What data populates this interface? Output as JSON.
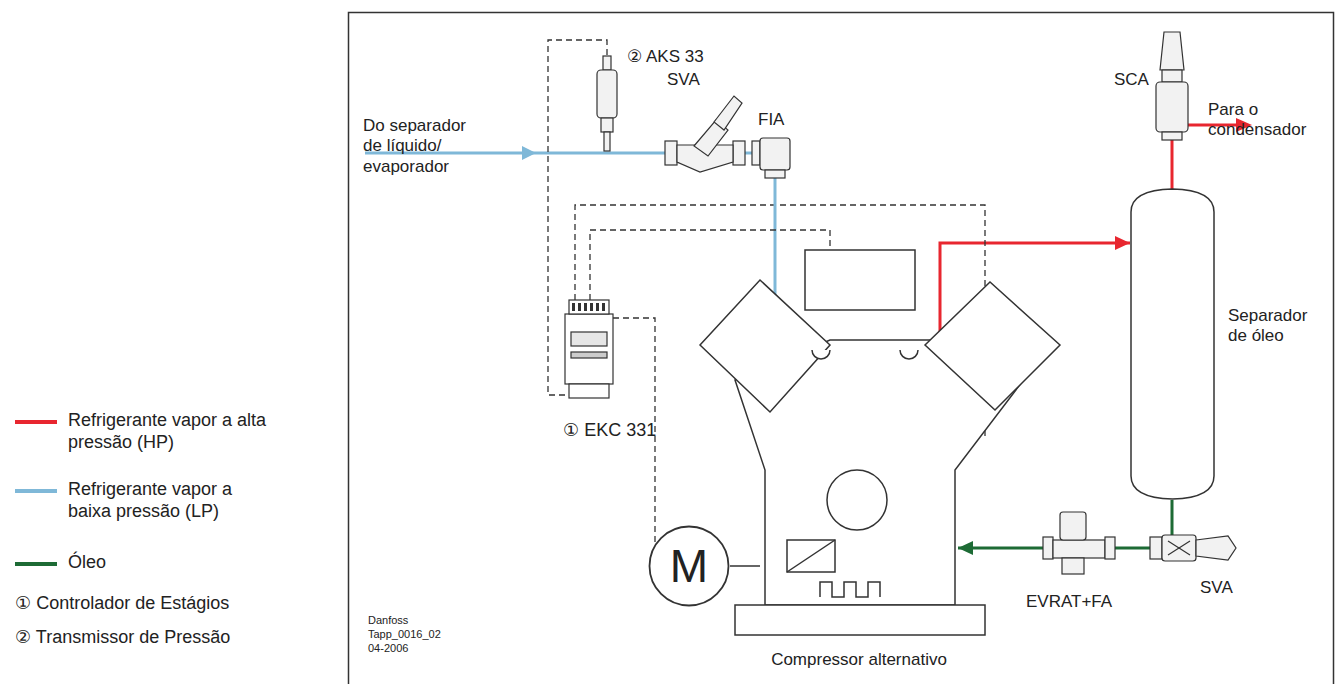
{
  "diagram": {
    "nodes": [
      {
        "text": [
          "M"
        ]
      },
      {
        "text": [
          "Compressor alternativo"
        ]
      },
      {
        "text": [
          "Separador de óleo"
        ]
      },
      {
        "text": [
          "① EKC 331"
        ]
      }
    ],
    "edges": [
      {
        "from": 0,
        "to": 1,
        "arrow": "none"
      },
      {
        "from": 1,
        "to": 2,
        "arrow": "to"
      },
      {
        "from": 2,
        "to": 1,
        "arrow": "to"
      },
      {
        "from": 3,
        "to": 0,
        "arrow": "none"
      },
      {
        "from": 3,
        "to": 1,
        "arrow": "none"
      }
    ],
    "labels": [
      "② AKS 33",
      "SVA",
      "FIA",
      "Do separador de líquido/ evaporador",
      "SCA",
      "Para o condensador",
      "EVRAT+FA",
      "SVA",
      "Danfoss",
      "Tapp_0016_02",
      "04-2006",
      "① Controlador de Estágios",
      "② Transmissor de Pressão"
    ],
    "legend": [
      {
        "text": "Refrigerante vapor a alta pressão (HP)",
        "color": "#e8262f"
      },
      {
        "text": "Refrigerante vapor a baixa pressão (LP)",
        "color": "#7fb8d8"
      },
      {
        "text": "Óleo",
        "color": "#1d6b35"
      }
    ]
  }
}
